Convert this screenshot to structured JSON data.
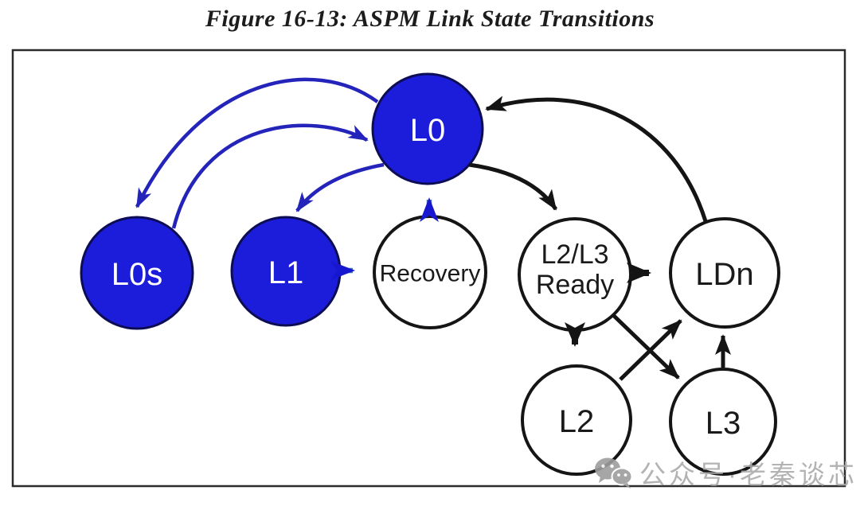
{
  "figure_title": "Figure 16-13: ASPM Link State Transitions",
  "diagram": {
    "type": "state-transition-diagram",
    "nodes": {
      "l0": {
        "label": "L0",
        "style": "aspm-active"
      },
      "l0s": {
        "label": "L0s",
        "style": "aspm-active"
      },
      "l1": {
        "label": "L1",
        "style": "aspm-active"
      },
      "recovery": {
        "label": "Recovery",
        "style": "plain"
      },
      "l2l3_ready": {
        "label_line1": "L2/L3",
        "label_line2": "Ready",
        "style": "plain"
      },
      "ldn": {
        "label": "LDn",
        "style": "plain"
      },
      "l2": {
        "label": "L2",
        "style": "plain"
      },
      "l3": {
        "label": "L3",
        "style": "plain"
      }
    },
    "transitions": [
      {
        "from": "L0",
        "to": "L0s",
        "color": "blue"
      },
      {
        "from": "L0s",
        "to": "L0",
        "color": "blue"
      },
      {
        "from": "L0",
        "to": "L1",
        "color": "blue"
      },
      {
        "from": "L1",
        "to": "Recovery",
        "color": "steel-blue"
      },
      {
        "from": "Recovery",
        "to": "L0",
        "color": "steel-blue"
      },
      {
        "from": "L0",
        "to": "L2/L3 Ready",
        "color": "black"
      },
      {
        "from": "LDn",
        "to": "L0",
        "color": "black"
      },
      {
        "from": "L2/L3 Ready",
        "to": "LDn",
        "color": "black",
        "weight": "thick"
      },
      {
        "from": "L2/L3 Ready",
        "to": "L2",
        "color": "black",
        "weight": "thick"
      },
      {
        "from": "L2/L3 Ready",
        "to": "L3",
        "color": "black"
      },
      {
        "from": "L2",
        "to": "LDn",
        "color": "black"
      },
      {
        "from": "L3",
        "to": "LDn",
        "color": "black"
      }
    ],
    "colors": {
      "active_node_fill": "#1c1cdb",
      "active_node_border": "#0d0d55",
      "active_node_text": "#ffffff",
      "plain_node_fill": "#ffffff",
      "plain_node_border": "#151515",
      "plain_node_text": "#1a1a1a",
      "blue_arrow": "#2424bb",
      "steel_arrow": "#4678ae",
      "navy_arrowhead": "#1717cf",
      "black_arrow": "#141414",
      "frame_border": "#2b2b2b",
      "watermark_gray": "#ababab"
    }
  },
  "watermark": {
    "icon": "wechat-icon",
    "text": "公众号·老秦谈芯"
  }
}
